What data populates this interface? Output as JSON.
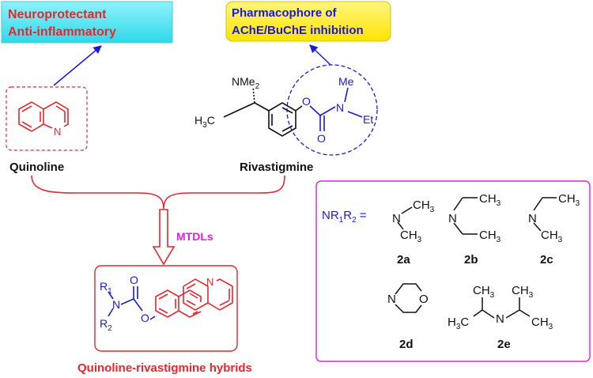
{
  "boxes": {
    "neuro_line1": "Neuroprotectant",
    "neuro_line2": "Anti-inflammatory",
    "pharma_line1": "Pharmacophore of",
    "pharma_line2": "AChE/BuChE inhibition"
  },
  "names": {
    "quinoline": "Quinoline",
    "rivastigmine": "Rivastigmine",
    "mtdls": "MTDLs",
    "hybrids": "Quinoline-rivastigmine hybrids"
  },
  "rivastigmine_atoms": {
    "nme2_n": "NMe",
    "nme2_sub": "2",
    "h3c_h": "H",
    "h3c_sub": "3",
    "h3c_c": "C",
    "o_ester": "O",
    "o_carbonyl": "O",
    "n": "N",
    "me": "Me",
    "et": "Et"
  },
  "hybrid_atoms": {
    "r1": "R",
    "r1_sub": "1",
    "n": "N",
    "r2": "R",
    "r2_sub": "2",
    "o_carbonyl": "O",
    "o_ester": "O",
    "quin_n": "N"
  },
  "quinoline_atoms": {
    "n": "N"
  },
  "substituents": {
    "label_nr": "NR",
    "label_sub1": "1",
    "label_r": "R",
    "label_sub2": "2",
    "label_eq": " =",
    "atom_n": "N",
    "atom_o": "O",
    "atom_ch3": "CH",
    "atom_ch3_sub": "3",
    "atom_h3c_h": "H",
    "atom_h3c_c": "C",
    "codes": [
      "2a",
      "2b",
      "2c",
      "2d",
      "2e"
    ]
  },
  "colors": {
    "red": "#e8262b",
    "blue": "#1a1ad6",
    "magenta": "#e020e0",
    "cyan_box": "#5ee6f2",
    "yellow_box": "#ffee22"
  }
}
